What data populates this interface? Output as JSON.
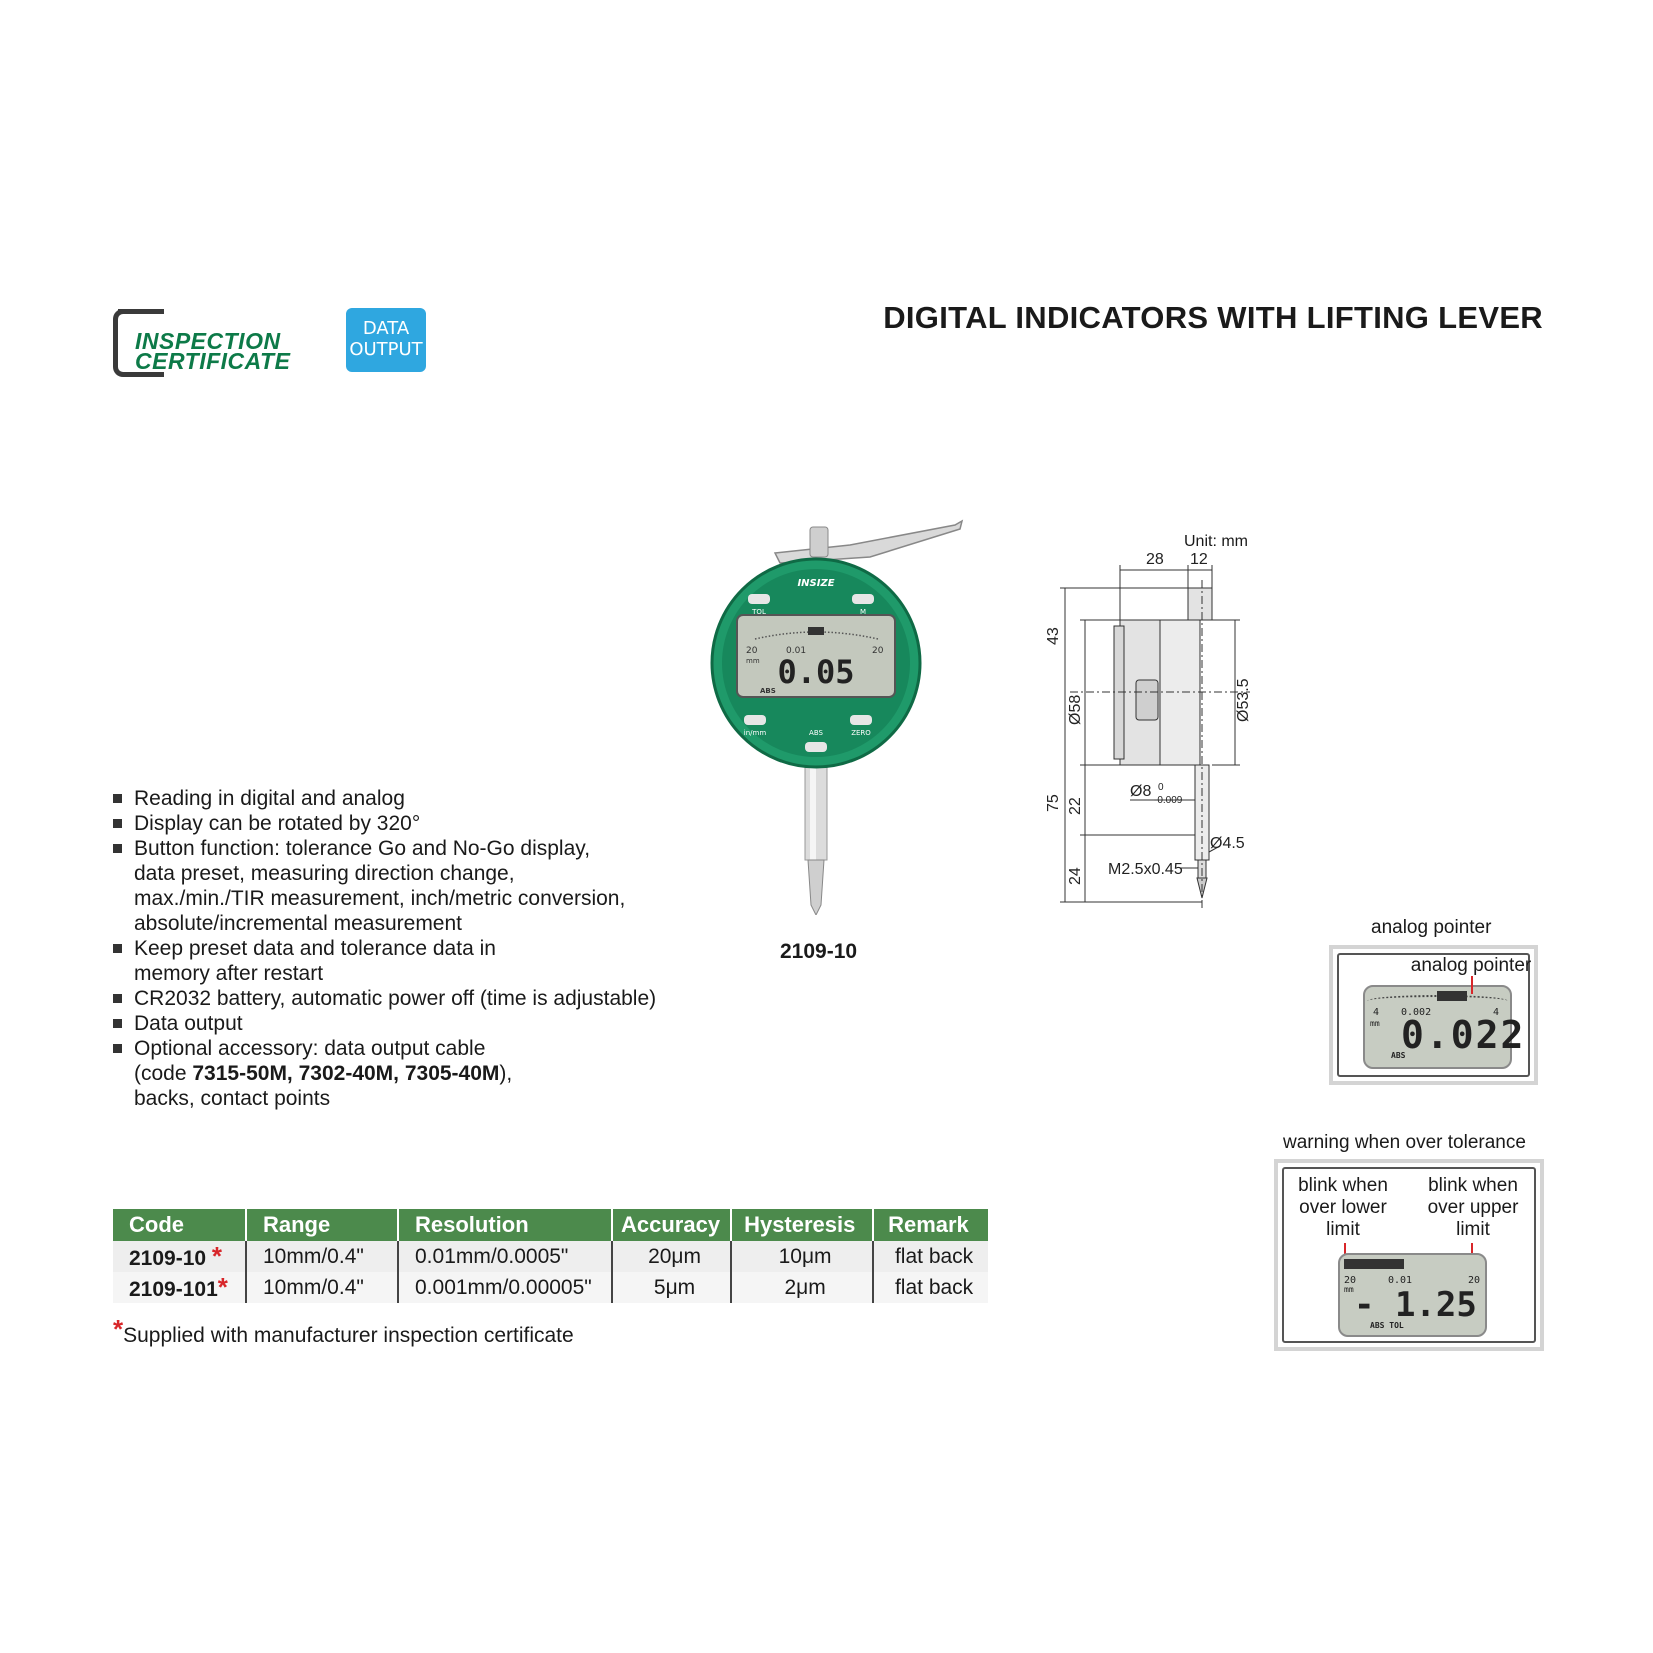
{
  "badges": {
    "certificate_line1": "INSPECTION",
    "certificate_line2": "CERTIFICATE",
    "data_line1": "DATA",
    "data_line2": "OUTPUT"
  },
  "title": "DIGITAL INDICATORS WITH LIFTING LEVER",
  "features": [
    "Reading in digital and analog",
    "Display can be rotated by 320°",
    "Button function: tolerance Go and No-Go display, data preset, measuring direction change, max./min./TIR measurement, inch/metric conversion, absolute/incremental measurement",
    "Keep preset data and tolerance data in memory after restart",
    "CR2032 battery, automatic power off (time is adjustable)",
    "Data output"
  ],
  "accessory": {
    "line1": "Optional accessory: data output cable",
    "prefix": "(code ",
    "codes": "7315-50M, 7302-40M, 7305-40M",
    "suffix": "),",
    "line3": "backs, contact points"
  },
  "product": {
    "caption": "2109-10",
    "brand": "INSIZE",
    "buttons": {
      "tol": "TOL",
      "m": "M",
      "inmm": "in/mm",
      "abs": "ABS",
      "zero": "ZERO"
    },
    "lcd_reading": "0.05",
    "lcd_res": "0.01",
    "lcd_scale": "20",
    "lcd_unit": "mm",
    "lcd_abs": "ABS"
  },
  "drawing": {
    "unit": "Unit: mm",
    "dims": {
      "d28": "28",
      "d12": "12",
      "d43": "43",
      "d58": "Ø58",
      "d53": "Ø53.5",
      "d75": "75",
      "d22": "22",
      "d24": "24",
      "d8": "Ø8",
      "d8_upper": "0",
      "d8_lower": "-0.009",
      "d45": "Ø4.5",
      "thread": "M2.5x0.45"
    }
  },
  "callouts": {
    "analog": {
      "title": "analog pointer",
      "label": "analog pointer",
      "reading": "0.022",
      "res": "0.002",
      "scale": "4",
      "unit": "mm",
      "abs": "ABS"
    },
    "warning": {
      "title": "warning when over tolerance",
      "lower": "blink when over lower limit",
      "upper": "blink when over upper limit",
      "reading": "- 1.25",
      "res": "0.01",
      "scale": "20",
      "unit": "mm",
      "abs": "ABS TOL"
    }
  },
  "table": {
    "headers": [
      "Code",
      "Range",
      "Resolution",
      "Accuracy",
      "Hysteresis",
      "Remark"
    ],
    "rows": [
      [
        "2109-10",
        "10mm/0.4\"",
        "0.01mm/0.0005\"",
        "20μm",
        "10μm",
        "flat back"
      ],
      [
        "2109-101",
        "10mm/0.4\"",
        "0.001mm/0.00005\"",
        "5μm",
        "2μm",
        "flat back"
      ]
    ],
    "star": "*"
  },
  "footnote": "Supplied with manufacturer inspection certificate",
  "colors": {
    "green": "#0d7a48",
    "table_header": "#4c8a4c",
    "data_badge": "#2fa7e0",
    "star": "#d8262a",
    "gauge_body": "#1f9a6a"
  }
}
